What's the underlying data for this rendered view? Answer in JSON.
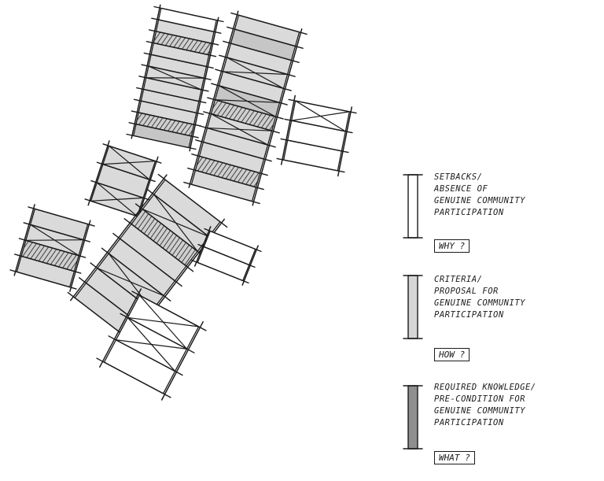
{
  "colors": {
    "ink": "#1b1b1b",
    "light_fill": "#dadada",
    "medium_fill": "#c6c6c6",
    "dark_fill": "#8f8f8f",
    "paper": "#ffffff"
  },
  "legend": [
    {
      "symbol_fill": "#ffffff",
      "symbol_style": "white-rectangle",
      "lines": [
        "SETBACKS/",
        "ABSENCE OF",
        "GENUINE COMMUNITY",
        "PARTICIPATION"
      ],
      "tag": "WHY ?"
    },
    {
      "symbol_fill": "#d6d6d6",
      "symbol_style": "light-grey-rectangle",
      "lines": [
        "CRITERIA/",
        "PROPOSAL FOR",
        "GENUINE COMMUNITY",
        "PARTICIPATION"
      ],
      "tag": "HOW ?"
    },
    {
      "symbol_fill": "#8f8f8f",
      "symbol_style": "dark-grey-rectangle",
      "lines": [
        "REQUIRED KNOWLEDGE/",
        "PRE-CONDITION FOR",
        "GENUINE COMMUNITY",
        "PARTICIPATION"
      ],
      "tag": "WHAT ?"
    }
  ]
}
